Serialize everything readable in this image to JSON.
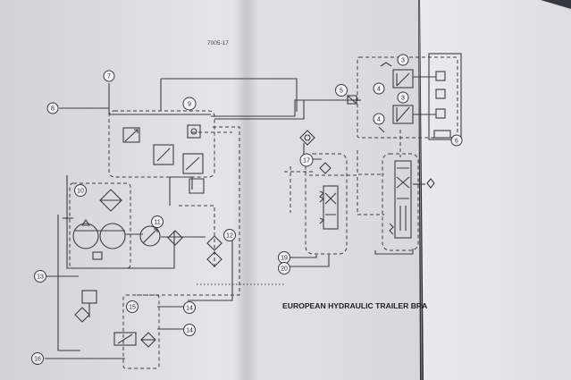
{
  "page": {
    "doc_code": "7005-17",
    "title": "EUROPEAN HYDRAULIC TRAILER BRA"
  },
  "callouts": [
    {
      "id": "c7",
      "label": "7"
    },
    {
      "id": "c8",
      "label": "8"
    },
    {
      "id": "c9",
      "label": "9"
    },
    {
      "id": "c10",
      "label": "10"
    },
    {
      "id": "c11",
      "label": "11"
    },
    {
      "id": "c12",
      "label": "12"
    },
    {
      "id": "c13",
      "label": "13"
    },
    {
      "id": "c14a",
      "label": "14"
    },
    {
      "id": "c14b",
      "label": "14"
    },
    {
      "id": "c15",
      "label": "15"
    },
    {
      "id": "c16",
      "label": "16"
    },
    {
      "id": "c17",
      "label": "17"
    },
    {
      "id": "c19",
      "label": "19"
    },
    {
      "id": "c20",
      "label": "20"
    },
    {
      "id": "c5",
      "label": "5"
    },
    {
      "id": "c3a",
      "label": "3"
    },
    {
      "id": "c3b",
      "label": "3"
    },
    {
      "id": "c4a",
      "label": "4"
    },
    {
      "id": "c4b",
      "label": "4"
    },
    {
      "id": "c6",
      "label": "6"
    }
  ],
  "colors": {
    "background": "#2b2f36",
    "left_page": "#dfe1e5",
    "right_page": "#e6e8eb",
    "ink": "#3a3d44"
  }
}
